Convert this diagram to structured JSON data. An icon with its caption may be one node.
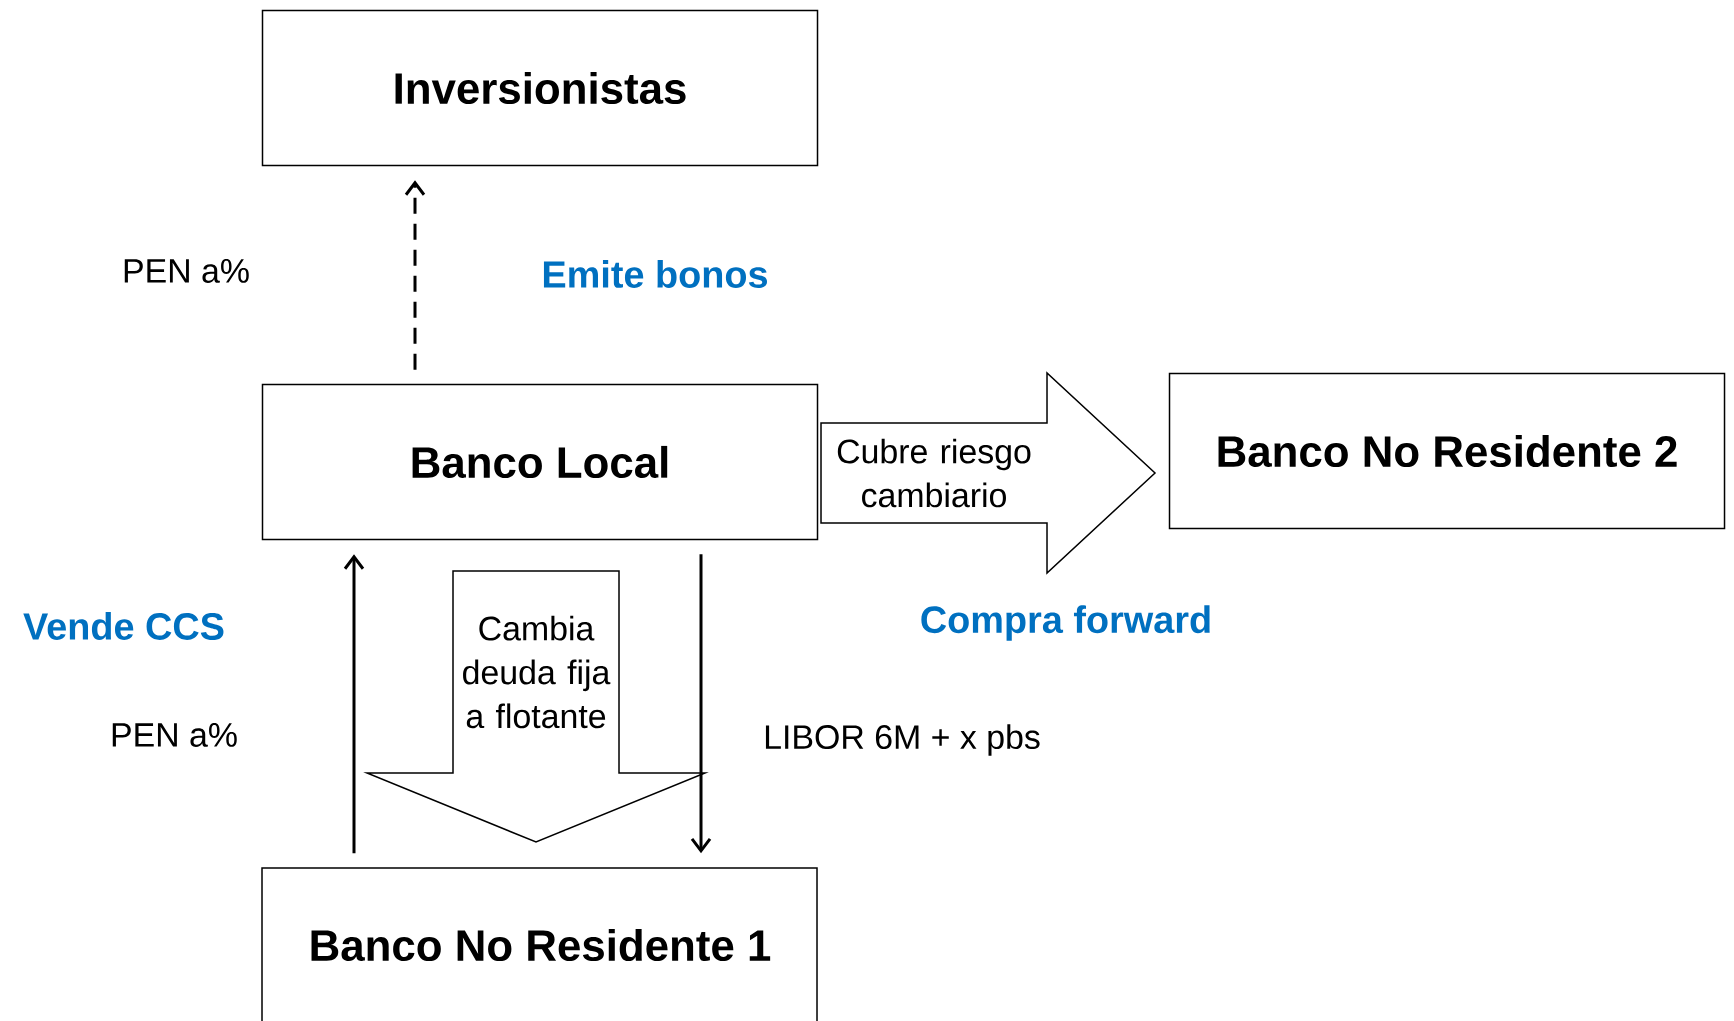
{
  "diagram": {
    "nodes": [
      {
        "text": [
          "Inversionistas"
        ]
      },
      {
        "text": [
          "Banco Local"
        ]
      },
      {
        "text": [
          "Banco No Residente 2"
        ]
      },
      {
        "text": [
          "Banco No Residente 1"
        ]
      }
    ],
    "edges": [
      {
        "from": 1,
        "to": 0,
        "arrow": "to",
        "style": "dashed"
      },
      {
        "from": 3,
        "to": 1,
        "arrow": "to"
      },
      {
        "from": 1,
        "to": 3,
        "arrow": "to"
      },
      {
        "from": 1,
        "to": 2,
        "arrow": "to",
        "style": "thick",
        "label": "Cubre riesgo cambiario"
      },
      {
        "from": 1,
        "to": 3,
        "arrow": "to",
        "style": "thick",
        "label": "Cambia deuda fija a flotante"
      }
    ],
    "labels": [
      "PEN a%",
      "Emite bonos",
      "Vende CCS",
      "PEN a%",
      "LIBOR 6M + x pbs",
      "Compra forward"
    ]
  }
}
